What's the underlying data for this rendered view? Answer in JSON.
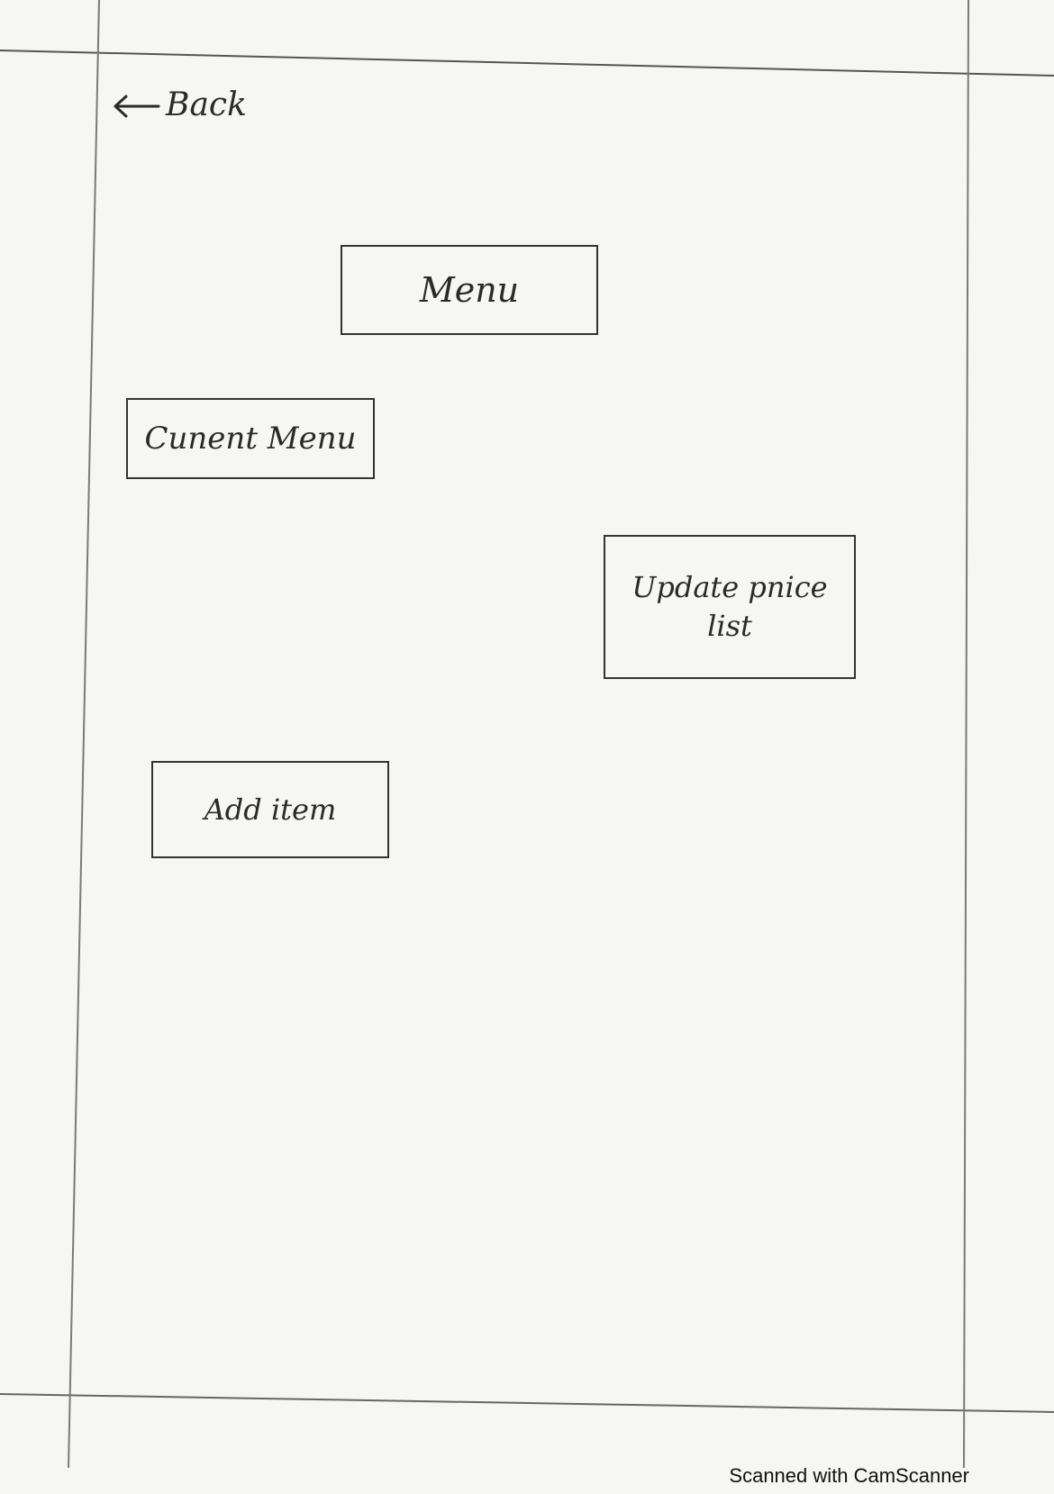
{
  "header": {
    "back_label": "Back",
    "back_icon": "left-arrow-icon"
  },
  "page": {
    "title": "Menu"
  },
  "actions": {
    "current_menu": "Cunent Menu",
    "update_price_list": "Update pnice list",
    "add_item": "Add item"
  },
  "footer": {
    "scanner_text": "Scanned with CamScanner"
  },
  "colors": {
    "ink": "#2a2a2a",
    "paper": "#f6f6f4",
    "guide_line": "#9a9a9a"
  }
}
